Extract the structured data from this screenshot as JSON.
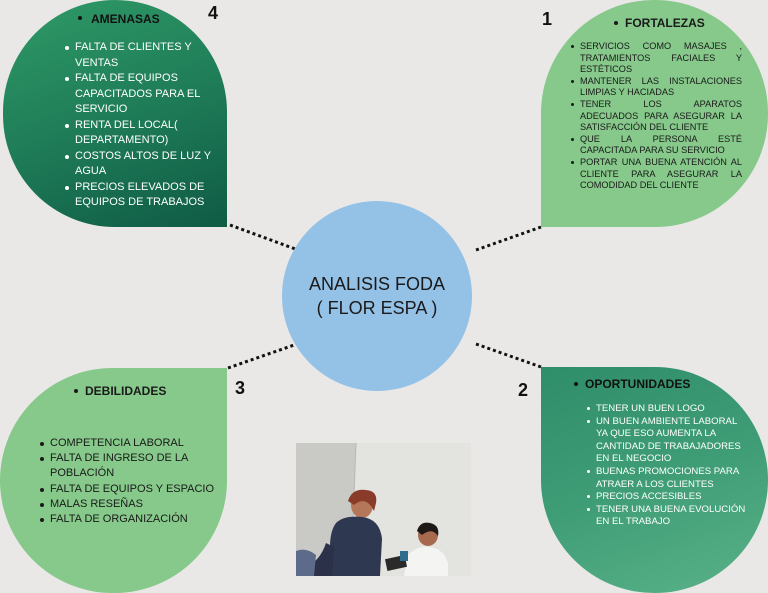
{
  "center": {
    "line1": "ANALISIS FODA",
    "line2": "( FLOR ESPA )"
  },
  "numbers": {
    "n1": "1",
    "n2": "2",
    "n3": "3",
    "n4": "4"
  },
  "amenasas": {
    "title": "AMENASAS",
    "items": [
      "FALTA DE CLIENTES Y VENTAS",
      "FALTA DE EQUIPOS CAPACITADOS PARA EL SERVICIO",
      "RENTA DEL LOCAL( DEPARTAMENTO)",
      "COSTOS ALTOS DE LUZ Y AGUA",
      "PRECIOS ELEVADOS DE EQUIPOS DE TRABAJOS"
    ]
  },
  "fortalezas": {
    "title": "FORTALEZAS",
    "items": [
      "SERVICIOS COMO MASAJES , TRATAMIENTOS FACIALES Y ESTÉTICOS",
      "MANTENER LAS INSTALACIONES LIMPIAS Y HACIADAS",
      "TENER LOS APARATOS ADECUADOS PARA ASEGURAR LA SATISFACCIÓN DEL CLIENTE",
      "QUE LA PERSONA ESTÉ CAPACITADA PARA SU SERVICIO",
      "PORTAR UNA BUENA ATENCIÓN AL CLIENTE PARA ASEGURAR LA COMODIDAD DEL CLIENTE"
    ]
  },
  "debilidades": {
    "title": "DEBILIDADES",
    "items": [
      "COMPETENCIA LABORAL",
      "FALTA DE INGRESO DE LA POBLACIÓN",
      "FALTA DE EQUIPOS Y ESPACIO",
      "MALAS RESEÑAS",
      "FALTA DE ORGANIZACIÓN"
    ]
  },
  "oportunidades": {
    "title": "OPORTUNIDADES",
    "items": [
      "TENER UN BUEN LOGO",
      "UN BUEN AMBIENTE LABORAL YA QUE ESO AUMENTA LA CANTIDAD DE TRABAJADORES EN EL NEGOCIO",
      "BUENAS PROMOCIONES PARA ATRAER A LOS CLIENTES",
      "PRECIOS ACCESIBLES",
      "TENER UNA BUENA EVOLUCIÓN EN EL TRABAJO"
    ]
  },
  "colors": {
    "background": "#e9e8e7",
    "dark_green": "#1f7d58",
    "light_green": "#86c98a",
    "circle_blue": "#94c1e6"
  },
  "photo": {
    "icon": "photo-two-women-spa"
  }
}
